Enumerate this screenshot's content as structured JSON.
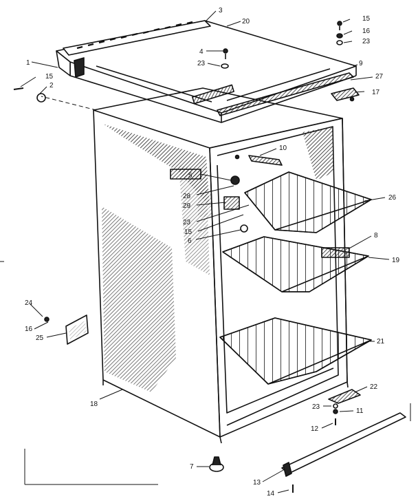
{
  "diagram": {
    "background_color": "#ffffff",
    "line_color": "#111111",
    "callouts": [
      {
        "id": "c3",
        "text": "3"
      },
      {
        "id": "c20",
        "text": "20"
      },
      {
        "id": "c15a",
        "text": "15"
      },
      {
        "id": "c16a",
        "text": "16"
      },
      {
        "id": "c23a",
        "text": "23"
      },
      {
        "id": "c4",
        "text": "4"
      },
      {
        "id": "c23b",
        "text": "23"
      },
      {
        "id": "c1",
        "text": "1"
      },
      {
        "id": "c15b",
        "text": "15"
      },
      {
        "id": "c2",
        "text": "2"
      },
      {
        "id": "c9",
        "text": "9"
      },
      {
        "id": "c27",
        "text": "27"
      },
      {
        "id": "c17",
        "text": "17"
      },
      {
        "id": "c10",
        "text": "10"
      },
      {
        "id": "c5",
        "text": "5"
      },
      {
        "id": "c28",
        "text": "28"
      },
      {
        "id": "c29",
        "text": "29"
      },
      {
        "id": "c23c",
        "text": "23"
      },
      {
        "id": "c15c",
        "text": "15"
      },
      {
        "id": "c6",
        "text": "6"
      },
      {
        "id": "c26",
        "text": "26"
      },
      {
        "id": "c8",
        "text": "8"
      },
      {
        "id": "c19",
        "text": "19"
      },
      {
        "id": "c24",
        "text": "24"
      },
      {
        "id": "c16b",
        "text": "16"
      },
      {
        "id": "c25",
        "text": "25"
      },
      {
        "id": "c21",
        "text": "21"
      },
      {
        "id": "c18",
        "text": "18"
      },
      {
        "id": "c22",
        "text": "22"
      },
      {
        "id": "c23d",
        "text": "23"
      },
      {
        "id": "c11",
        "text": "11"
      },
      {
        "id": "c12",
        "text": "12"
      },
      {
        "id": "c7",
        "text": "7"
      },
      {
        "id": "c13",
        "text": "13"
      },
      {
        "id": "c14",
        "text": "14"
      }
    ]
  }
}
